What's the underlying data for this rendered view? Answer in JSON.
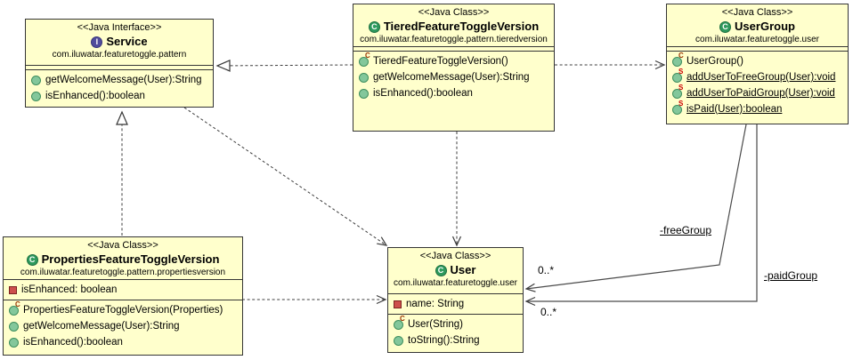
{
  "icons": {
    "interface_badge": "I",
    "class_badge": "C",
    "constructor_marker": "C",
    "static_marker": "S"
  },
  "colors": {
    "box_fill": "#ffffcc",
    "box_border": "#353535",
    "interface_badge": "#514d9c",
    "class_badge": "#2e9a5d",
    "method_icon": "#83c79b",
    "field_icon": "#cd4f4c"
  },
  "classes": {
    "service": {
      "stereotype": "<<Java Interface>>",
      "name": "Service",
      "package": "com.iluwatar.featuretoggle.pattern",
      "methods": [
        "getWelcomeMessage(User):String",
        "isEnhanced():boolean"
      ]
    },
    "tiered": {
      "stereotype": "<<Java Class>>",
      "name": "TieredFeatureToggleVersion",
      "package": "com.iluwatar.featuretoggle.pattern.tieredversion",
      "methods": [
        "TieredFeatureToggleVersion()",
        "getWelcomeMessage(User):String",
        "isEnhanced():boolean"
      ]
    },
    "usergroup": {
      "stereotype": "<<Java Class>>",
      "name": "UserGroup",
      "package": "com.iluwatar.featuretoggle.user",
      "methods": [
        "UserGroup()",
        "addUserToFreeGroup(User):void",
        "addUserToPaidGroup(User):void",
        "isPaid(User):boolean"
      ]
    },
    "properties": {
      "stereotype": "<<Java Class>>",
      "name": "PropertiesFeatureToggleVersion",
      "package": "com.iluwatar.featuretoggle.pattern.propertiesversion",
      "fields": [
        "isEnhanced: boolean"
      ],
      "methods": [
        "PropertiesFeatureToggleVersion(Properties)",
        "getWelcomeMessage(User):String",
        "isEnhanced():boolean"
      ]
    },
    "user": {
      "stereotype": "<<Java Class>>",
      "name": "User",
      "package": "com.iluwatar.featuretoggle.user",
      "fields": [
        "name: String"
      ],
      "methods": [
        "User(String)",
        "toString():String"
      ]
    }
  },
  "relationships": {
    "free_group": {
      "label": "-freeGroup",
      "multiplicity": "0..*"
    },
    "paid_group": {
      "label": "-paidGroup",
      "multiplicity": "0..*"
    }
  }
}
